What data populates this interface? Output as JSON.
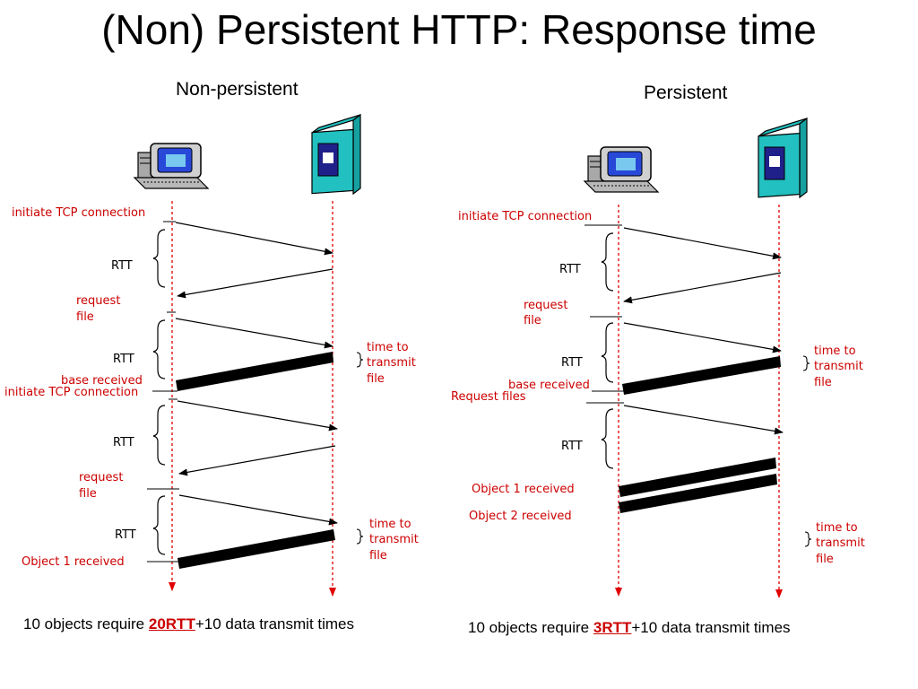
{
  "title": "(Non) Persistent HTTP: Response time",
  "left": {
    "heading": "Non-persistent",
    "labels": {
      "initiate1": "initiate TCP connection",
      "rtt1": "RTT",
      "request1": "request",
      "request1b": "file",
      "rtt2": "RTT",
      "base": "base received",
      "initiate2": "initiate TCP connection",
      "rtt3": "RTT",
      "request2": "request",
      "request2b": "file",
      "rtt4": "RTT",
      "obj1": "Object 1 received",
      "t1a": "time to",
      "t1b": "transmit",
      "t1c": "file",
      "t2a": "time to",
      "t2b": "transmit",
      "t2c": "file"
    },
    "summary": {
      "pre": "10 objects require ",
      "hl": "20RTT",
      "post": "+10 data transmit times"
    }
  },
  "right": {
    "heading": "Persistent",
    "labels": {
      "initiate1": "initiate TCP connection",
      "rtt1": "RTT",
      "request1": "request",
      "request1b": "file",
      "rtt2": "RTT",
      "base": "base received",
      "reqfiles": "Request files",
      "rtt3": "RTT",
      "obj1": "Object 1 received",
      "obj2": "Object 2 received",
      "t1a": "time to",
      "t1b": "transmit",
      "t1c": "file",
      "t2a": "time to",
      "t2b": "transmit",
      "t2c": "file"
    },
    "summary": {
      "pre": "10 objects require ",
      "hl": "3RTT",
      "post": "+10 data transmit times"
    }
  },
  "icons": {
    "client": "client-computer-icon",
    "server": "server-tower-icon"
  },
  "colors": {
    "label": "#cc0000",
    "timeline": "#e00000",
    "server_body": "#22c0c0",
    "server_screen": "#20208a"
  }
}
